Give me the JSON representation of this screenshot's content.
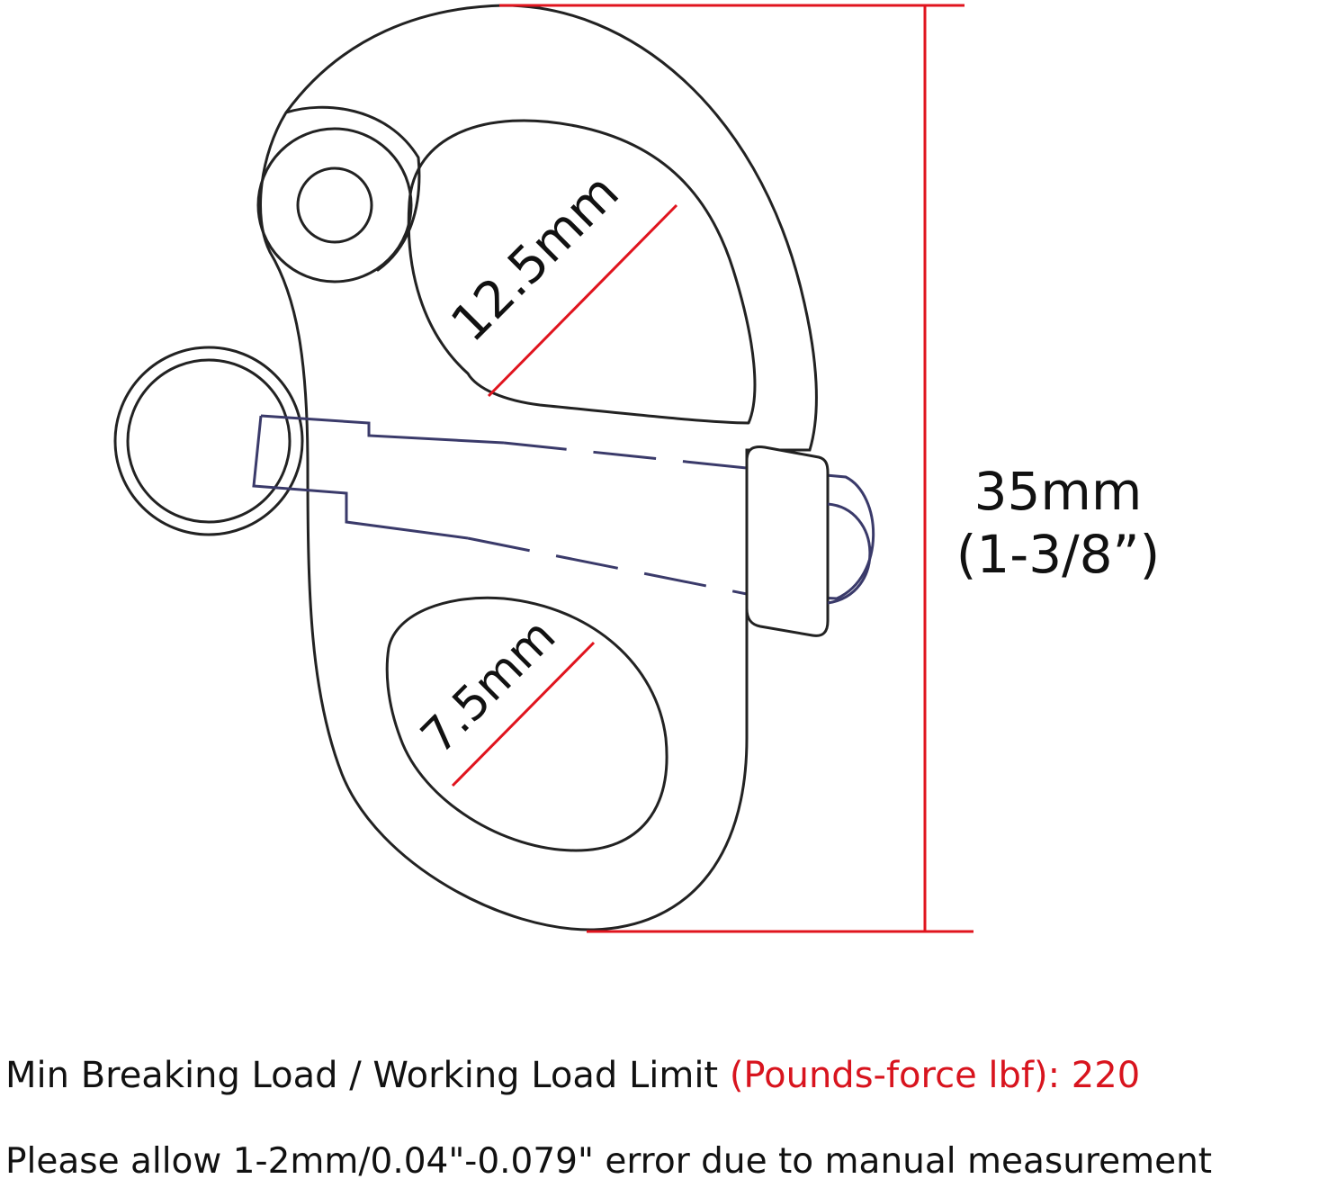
{
  "dimensions": {
    "gate_opening": "12.5mm",
    "eye_opening": "7.5mm",
    "overall_length_mm": "35mm",
    "overall_length_in": "(1-3/8”)"
  },
  "notes": {
    "load_label": "Min Breaking Load / Working Load Limit",
    "load_unit": "(Pounds-force lbf): 220",
    "tolerance": "Please allow 1-2mm/0.04\"-0.079\" error due to manual measurement"
  },
  "colors": {
    "dimension_line": "#e0141e",
    "highlight_text": "#d8141e",
    "outline": "#222222"
  }
}
